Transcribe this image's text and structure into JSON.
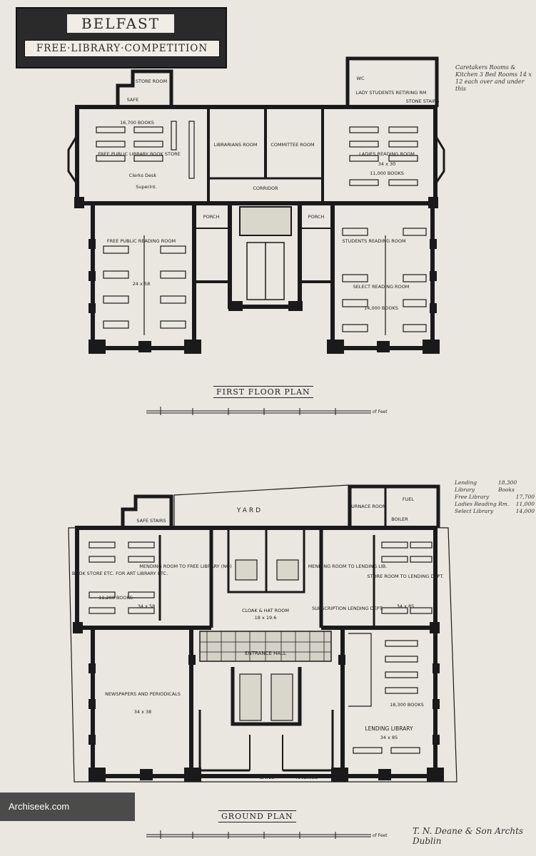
{
  "header": {
    "title": "BELFAST",
    "subtitle": "FREE·LIBRARY·COMPETITION"
  },
  "first_floor": {
    "caption": "FIRST FLOOR PLAN",
    "scale_label": "of Feet",
    "rooms": {
      "book_store": "FREE PUBLIC LIBRARY BOOK STORE",
      "book_count_1": "16,700 BOOKS",
      "librarians": "LIBRARIANS ROOM",
      "committee": "COMMITTEE ROOM",
      "ladies": "LADIES READING ROOM",
      "ladies_dims": "34 x 30",
      "ladies_books": "11,000 BOOKS",
      "corridor": "CORRIDOR",
      "free_reading": "FREE PUBLIC READING ROOM",
      "free_dims": "24 x 58",
      "porch_left": "PORCH",
      "porch_right": "PORCH",
      "students_reading": "STUDENTS READING ROOM",
      "select_reading": "SELECT READING ROOM",
      "select_books": "14,000 BOOKS",
      "lady_students": "LADY STUDENTS RETIRING RM",
      "stone_stairs": "STONE STAIRS",
      "store_room": "STORE ROOM",
      "safe": "SAFE",
      "wc": "WC",
      "clerks_desk": "Clerks Desk",
      "superintendent": "Superint."
    },
    "note": "Caretakers Rooms & Kitchen 3 Bed Rooms 14 x 12 each over and under this"
  },
  "ground_floor": {
    "caption": "GROUND PLAN",
    "scale_label": "of Feet",
    "rooms": {
      "yard": "YARD",
      "fuel": "FUEL",
      "furnace": "FURNACE ROOM",
      "boiler": "BOILER",
      "safe_stairs": "SAFE STAIRS",
      "book_store": "BOOK STORE ETC. FOR ART LIBRARY ETC.",
      "book_store_books": "11,200 BOOKS",
      "book_store_dims": "34 x 58",
      "mending_left": "MENDING ROOM TO FREE LIBRARY (NO)",
      "mending_right": "MENDING ROOM TO LENDING LIB.",
      "store_lending": "STORE ROOM TO LENDING DEPT.",
      "store_lending_dims": "34 x 85",
      "cloak": "CLOAK & HAT ROOM",
      "cloak_dims": "18 x 19.6",
      "subscription": "SUBSCRIPTION LENDING DEPT.",
      "entrance_hall": "ENTRANCE HALL",
      "newspapers": "NEWSPAPERS AND PERIODICALS",
      "newspapers_dims": "34 x 38",
      "lending_books": "18,300 BOOKS",
      "lending": "LENDING LIBRARY",
      "lending_dims": "34 x 85",
      "gates": "GATES",
      "railings": "RAILINGS"
    },
    "legend": [
      {
        "label": "Lending Library",
        "value": "18,300 Books"
      },
      {
        "label": "Free Library",
        "value": "17,700"
      },
      {
        "label": "Ladies Reading Rm.",
        "value": "11,000"
      },
      {
        "label": "Select Library",
        "value": "14,000"
      }
    ]
  },
  "watermark": "Archiseek.com",
  "signature": "T. N. Deane & Son Archts Dublin"
}
